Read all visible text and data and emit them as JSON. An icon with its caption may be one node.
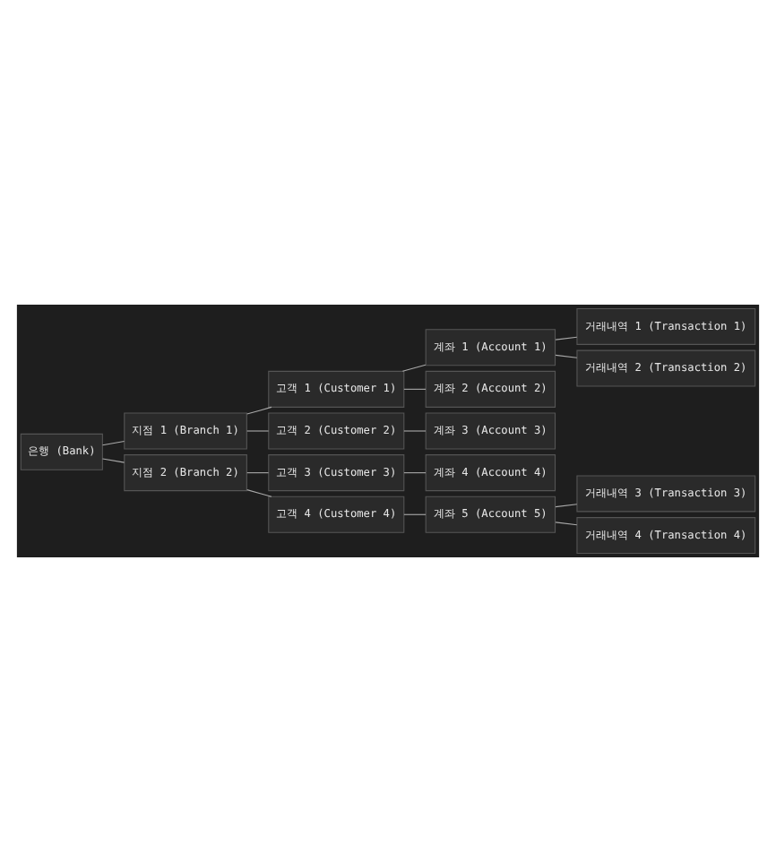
{
  "diagram": {
    "nodes": [
      {
        "text": [
          "은행 (Bank)"
        ]
      },
      {
        "text": [
          "지점 1 (Branch 1)"
        ]
      },
      {
        "text": [
          "고객 1 (Customer 1)"
        ]
      },
      {
        "text": [
          "계좌 1 (Account 1)"
        ]
      },
      {
        "text": [
          "거래내역 1 (Transaction 1)"
        ]
      },
      {
        "text": [
          "거래내역 2 (Transaction 2)"
        ]
      },
      {
        "text": [
          "계좌 2 (Account 2)"
        ]
      },
      {
        "text": [
          "고객 2 (Customer 2)"
        ]
      },
      {
        "text": [
          "계좌 3 (Account 3)"
        ]
      },
      {
        "text": [
          "지점 2 (Branch 2)"
        ]
      },
      {
        "text": [
          "고객 3 (Customer 3)"
        ]
      },
      {
        "text": [
          "계좌 4 (Account 4)"
        ]
      },
      {
        "text": [
          "고객 4 (Customer 4)"
        ]
      },
      {
        "text": [
          "계좌 5 (Account 5)"
        ]
      },
      {
        "text": [
          "거래내역 3 (Transaction 3)"
        ]
      },
      {
        "text": [
          "거래내역 4 (Transaction 4)"
        ]
      }
    ],
    "edges": [
      {
        "from": 0,
        "to": 1,
        "arrow": "none"
      },
      {
        "from": 1,
        "to": 2,
        "arrow": "none"
      },
      {
        "from": 2,
        "to": 3,
        "arrow": "none"
      },
      {
        "from": 3,
        "to": 4,
        "arrow": "none"
      },
      {
        "from": 3,
        "to": 5,
        "arrow": "none"
      },
      {
        "from": 2,
        "to": 6,
        "arrow": "none"
      },
      {
        "from": 1,
        "to": 7,
        "arrow": "none"
      },
      {
        "from": 7,
        "to": 8,
        "arrow": "none"
      },
      {
        "from": 0,
        "to": 9,
        "arrow": "none"
      },
      {
        "from": 9,
        "to": 10,
        "arrow": "none"
      },
      {
        "from": 10,
        "to": 11,
        "arrow": "none"
      },
      {
        "from": 9,
        "to": 12,
        "arrow": "none"
      },
      {
        "from": 12,
        "to": 13,
        "arrow": "none"
      },
      {
        "from": 13,
        "to": 14,
        "arrow": "none"
      },
      {
        "from": 13,
        "to": 15,
        "arrow": "none"
      }
    ]
  }
}
